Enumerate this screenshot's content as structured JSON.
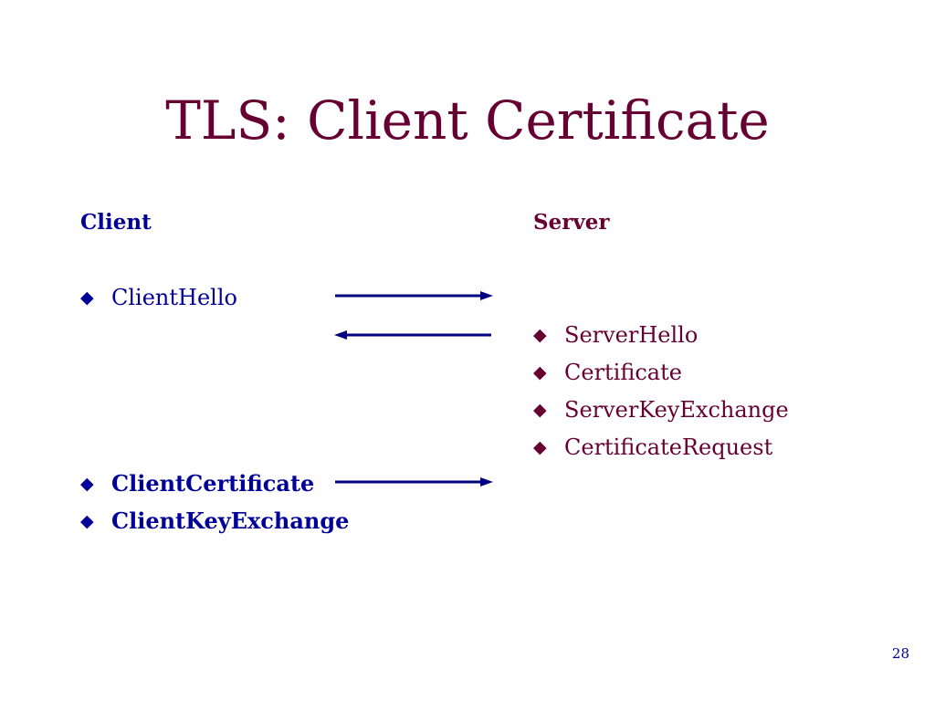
{
  "slide": {
    "title": "TLS: Client Certificate",
    "page_number": "28"
  },
  "client": {
    "heading": "Client",
    "items": [
      {
        "label": "ClientHello",
        "bullet": "◆"
      },
      {
        "label": "ClientCertificate",
        "bullet": "◆"
      },
      {
        "label": "ClientKeyExchange",
        "bullet": "◆"
      }
    ]
  },
  "server": {
    "heading": "Server",
    "items": [
      {
        "label": "ServerHello",
        "bullet": "◆"
      },
      {
        "label": "Certificate",
        "bullet": "◆"
      },
      {
        "label": "ServerKeyExchange",
        "bullet": "◆"
      },
      {
        "label": "CertificateRequest",
        "bullet": "◆"
      }
    ]
  },
  "colors": {
    "title": "#660033",
    "client": "#000099",
    "server": "#660033",
    "arrow": "#000080"
  },
  "arrows": [
    {
      "direction": "right"
    },
    {
      "direction": "left"
    },
    {
      "direction": "right"
    }
  ]
}
